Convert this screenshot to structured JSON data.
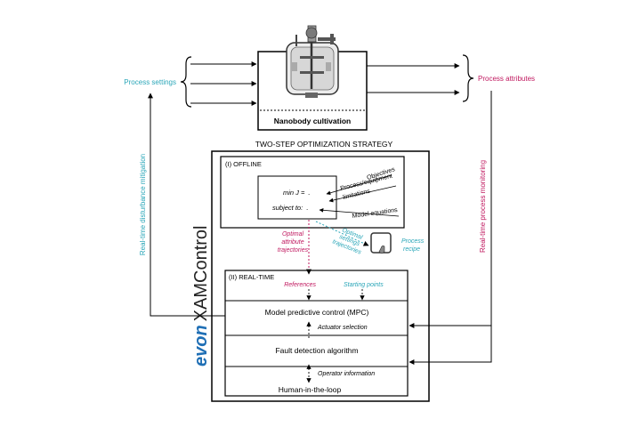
{
  "cultivation": {
    "label": "Nanobody cultivation"
  },
  "inputs": {
    "label": "Process settings"
  },
  "outputs": {
    "label": "Process attributes"
  },
  "strategy": {
    "title": "TWO-STEP OPTIMIZATION STRATEGY"
  },
  "brand": {
    "logo_text": "evon",
    "product": "XAMControl"
  },
  "offline": {
    "label": "(I) OFFLINE",
    "objective": "min J =",
    "constraint": "subject to:",
    "inputs": [
      "Objectives",
      "Process/equipment",
      "limitations",
      "Model equations"
    ]
  },
  "links": {
    "optimal_attr": [
      "Optimal",
      "attribute",
      "trajectories"
    ],
    "optimal_set": [
      "Optimal",
      "settings",
      "trajectories"
    ]
  },
  "recipe": {
    "label": [
      "Process",
      "recipe"
    ]
  },
  "realtime": {
    "label": "(II) REAL-TIME",
    "references": "References",
    "starting_points": "Starting points",
    "mpc": "Model predictive control (MPC)",
    "actuator": "Actuator selection",
    "fault": "Fault detection algorithm",
    "operator": "Operator information",
    "hitl": "Human-in-the-loop"
  },
  "feedback": {
    "left": "Real-time disturbance mitigation",
    "right": "Real-time process monitoring"
  },
  "colors": {
    "teal": "#2aa6b8",
    "magenta": "#c0185f",
    "brand_blue": "#1f6fb5"
  }
}
